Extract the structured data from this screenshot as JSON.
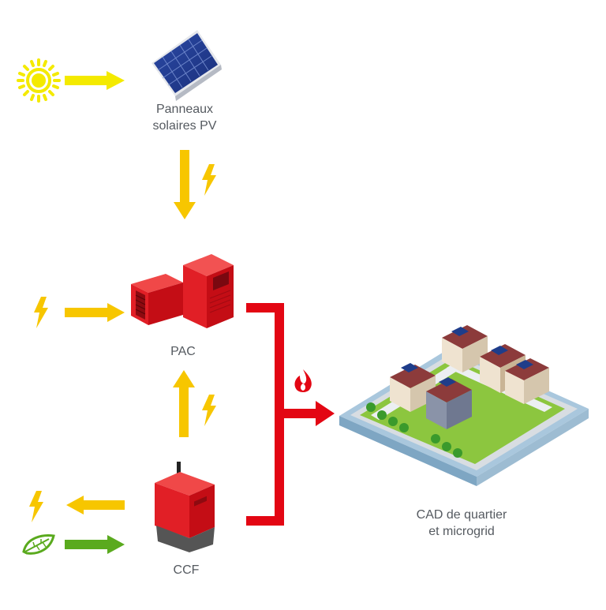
{
  "nodes": {
    "pv": {
      "line1": "Panneaux",
      "line2": "solaires PV"
    },
    "pac": {
      "label": "PAC"
    },
    "ccf": {
      "label": "CCF"
    },
    "district": {
      "line1": "CAD de quartier",
      "line2": "et microgrid"
    }
  },
  "colors": {
    "electricity": "#f7c600",
    "solar_arrow": "#f4ea00",
    "heat": "#e30613",
    "biomass": "#5aaa1e",
    "label_text": "#555a60"
  },
  "icons": [
    "sun-icon",
    "lightning-icon",
    "leaf-icon",
    "flame-icon",
    "solar-panel-icon",
    "heat-pump-icon",
    "chp-unit-icon",
    "district-icon"
  ]
}
